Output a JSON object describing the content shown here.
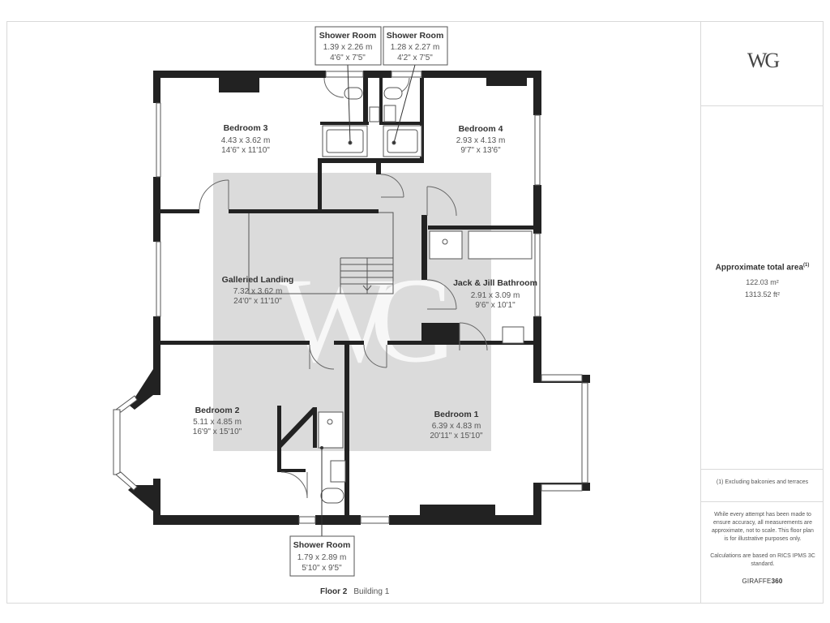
{
  "brand": {
    "logo": "WG",
    "watermark": "WG",
    "footer_prefix": "GIRAFFE",
    "footer_suffix": "360"
  },
  "floor": {
    "name": "Floor 2",
    "building": "Building 1"
  },
  "summary": {
    "title": "Approximate total area",
    "title_sup": "(1)",
    "area_m2": "122.03 m²",
    "area_ft2": "1313.52 ft²",
    "footnote": "(1) Excluding balconies and terraces",
    "disclaimer": "While every attempt has been made to ensure accuracy, all measurements are approximate, not to scale. This floor plan is for illustrative purposes only.",
    "calculation": "Calculations are based on RICS IPMS 3C standard."
  },
  "rooms": {
    "bedroom3": {
      "name": "Bedroom 3",
      "metric": "4.43 x 3.62 m",
      "imperial": "14'6\" x 11'10\""
    },
    "bedroom4": {
      "name": "Bedroom 4",
      "metric": "2.93 x 4.13 m",
      "imperial": "9'7\" x 13'6\""
    },
    "landing": {
      "name": "Galleried Landing",
      "metric": "7.32 x 3.62 m",
      "imperial": "24'0\" x 11'10\""
    },
    "jackjill": {
      "name": "Jack & Jill Bathroom",
      "metric": "2.91 x 3.09 m",
      "imperial": "9'6\" x 10'1\""
    },
    "bedroom2": {
      "name": "Bedroom 2",
      "metric": "5.11 x 4.85 m",
      "imperial": "16'9\" x 15'10\""
    },
    "bedroom1": {
      "name": "Bedroom 1",
      "metric": "6.39 x 4.83 m",
      "imperial": "20'11\" x 15'10\""
    },
    "shower_a": {
      "name": "Shower Room",
      "metric": "1.39 x 2.26 m",
      "imperial": "4'6\" x 7'5\""
    },
    "shower_b": {
      "name": "Shower Room",
      "metric": "1.28 x 2.27 m",
      "imperial": "4'2\" x 7'5\""
    },
    "shower_c": {
      "name": "Shower Room",
      "metric": "1.79 x 2.89 m",
      "imperial": "5'10\" x 9'5\""
    }
  }
}
